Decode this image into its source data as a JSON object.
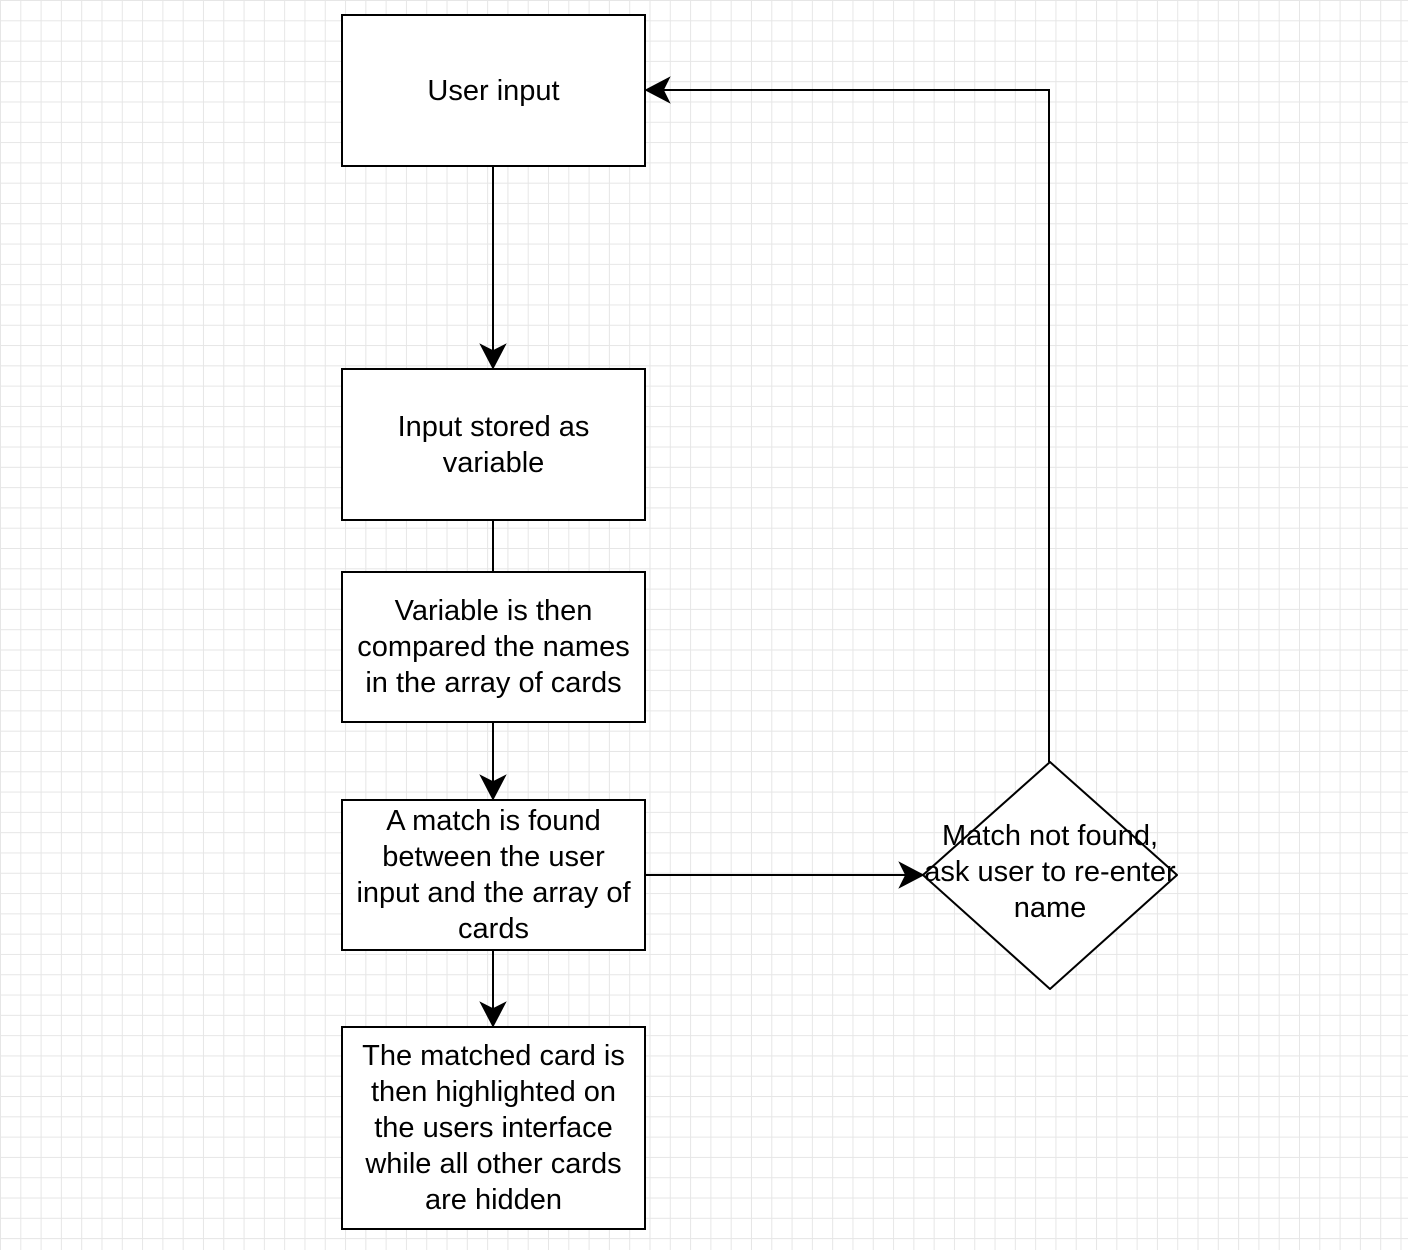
{
  "diagram": {
    "nodes": {
      "user_input": "User input",
      "input_stored": "Input stored as variable",
      "compared": "Variable is then compared the names in the array of cards",
      "match_found": "A match is found between the user input and the array of cards",
      "highlighted": "The matched card is then highlighted on the users interface while all other cards are hidden",
      "not_found": "Match not found, ask user to re-enter name"
    },
    "edges": [
      {
        "from": "user_input",
        "to": "input_stored",
        "arrow": true
      },
      {
        "from": "input_stored",
        "to": "compared",
        "arrow": false
      },
      {
        "from": "compared",
        "to": "match_found",
        "arrow": true
      },
      {
        "from": "match_found",
        "to": "highlighted",
        "arrow": true
      },
      {
        "from": "match_found",
        "to": "not_found",
        "arrow": true
      },
      {
        "from": "not_found",
        "to": "user_input",
        "arrow": true
      }
    ],
    "colors": {
      "stroke": "#000000",
      "fill": "#ffffff",
      "grid": "#e6e6e6"
    }
  }
}
